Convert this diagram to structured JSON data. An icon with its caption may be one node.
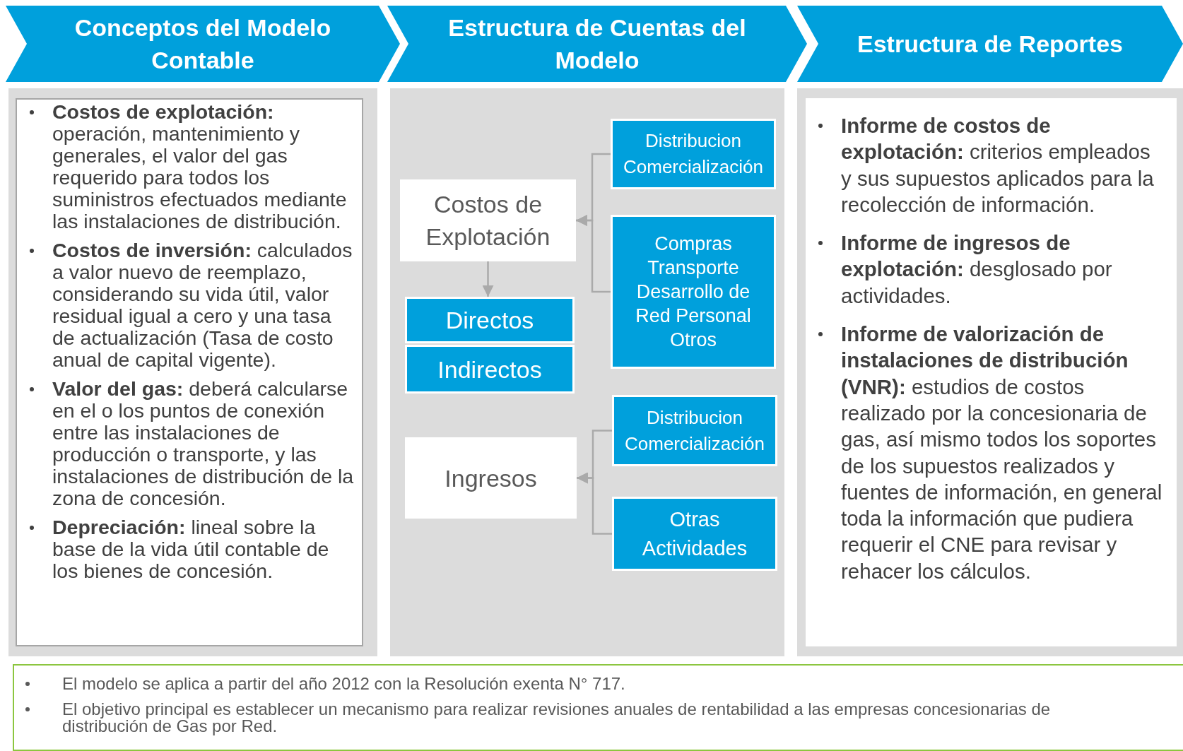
{
  "diagram": {
    "nodes": [
      {
        "text": [
          "Conceptos del Modelo Contable"
        ]
      },
      {
        "text": [
          "Estructura de Cuentas del Modelo"
        ]
      },
      {
        "text": [
          "Estructura de Reportes"
        ]
      },
      {
        "text": [
          "**Costos de explotación:** operación, mantenimiento y generales, el valor del gas requerido para todos los suministros efectuados mediante las instalaciones de distribución.",
          "**Costos de inversión:** calculados a valor nuevo de reemplazo, considerando su vida útil, valor residual igual a cero y una tasa de actualización (Tasa de costo anual de capital vigente).",
          "**Valor del gas:** deberá calcularse en el o los puntos de conexión entre las instalaciones de producción o transporte, y las instalaciones de distribución de la zona de concesión.",
          "**Depreciación:** lineal sobre la base de la vida  útil contable de los bienes de concesión."
        ]
      },
      {
        "text": [],
        "shape": "box"
      },
      {
        "text": [
          "Costos de Explotación"
        ],
        "in": 4
      },
      {
        "text": [
          "Directos"
        ],
        "in": 4
      },
      {
        "text": [
          "Indirectos"
        ],
        "in": 4
      },
      {
        "text": [
          "Distribucion Comercialización"
        ],
        "in": 4
      },
      {
        "text": [
          "Compras Transporte Desarrollo de Red Personal Otros"
        ],
        "in": 4
      },
      {
        "text": [
          "Ingresos"
        ],
        "in": 4
      },
      {
        "text": [
          "Distribucion Comercialización"
        ],
        "in": 4
      },
      {
        "text": [
          "Otras Actividades"
        ],
        "in": 4
      },
      {
        "text": [
          "**Informe de costos de explotación:** criterios empleados y sus supuestos aplicados para la recolección de información.",
          "**Informe de ingresos de explotación:** desglosado por actividades.",
          "**Informe de valorización de instalaciones de distribución (VNR):** estudios de costos realizado por la concesionaria de gas, así mismo todos los soportes de los supuestos realizados y fuentes de información, en general toda la información que pudiera requerir el CNE para revisar y rehacer los cálculos."
        ]
      },
      {
        "text": [
          "El modelo se aplica a partir del año 2012 con la Resolución exenta N° 717.",
          "El objetivo principal es establecer un mecanismo para realizar revisiones anuales de rentabilidad a las empresas concesionarias de distribución de Gas por Red."
        ]
      }
    ],
    "edges": [
      {
        "from": 8,
        "to": 5,
        "arrow": "to"
      },
      {
        "from": 9,
        "to": 5,
        "arrow": "to"
      },
      {
        "from": 5,
        "to": 6,
        "arrow": "to"
      },
      {
        "from": 11,
        "to": 10,
        "arrow": "to"
      },
      {
        "from": 12,
        "to": 10,
        "arrow": "to"
      }
    ]
  }
}
